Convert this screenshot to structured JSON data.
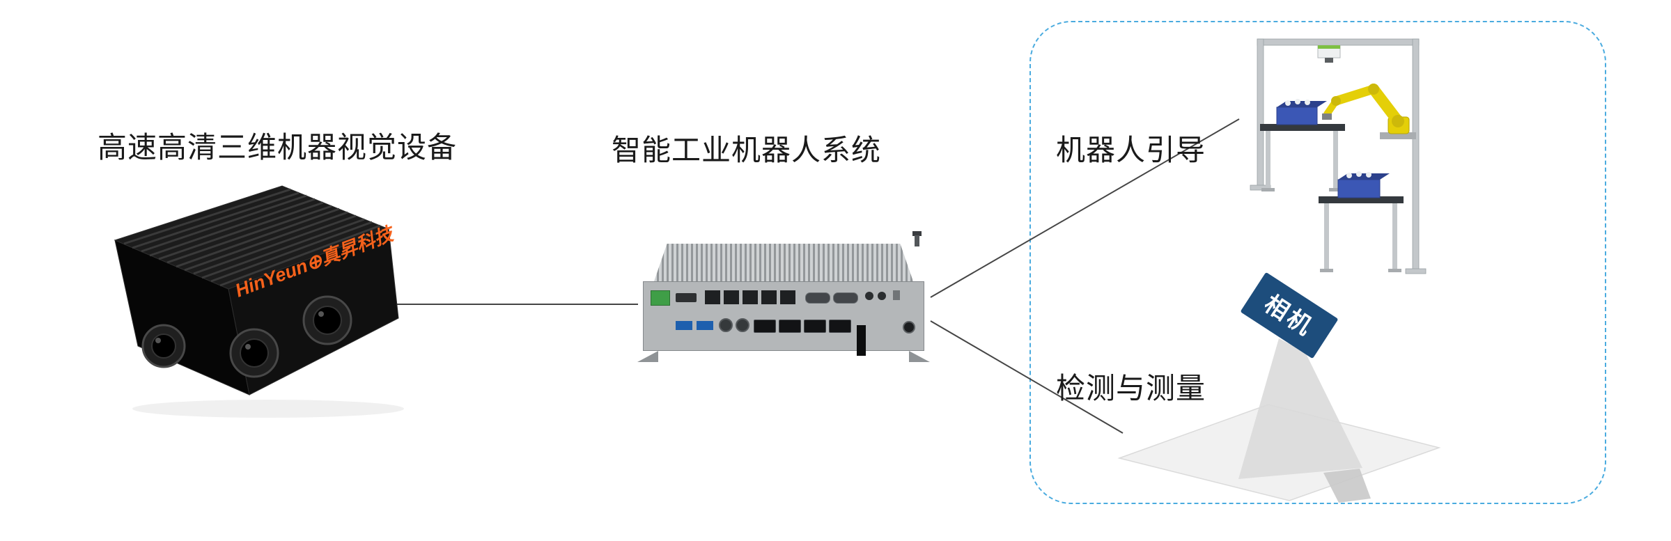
{
  "labels": {
    "left_device": "高速高清三维机器视觉设备",
    "middle_device": "智能工业机器人系统",
    "robot_guidance": "机器人引导",
    "detection": "检测与测量",
    "camera_tag": "相机"
  },
  "brand": {
    "text": "HinYeun⊕真昇科技"
  },
  "colors": {
    "dashed_border": "#4AABDF",
    "brand_orange": "#F4611B",
    "camera_tag_blue": "#1D4D7C",
    "robot_yellow": "#E4CF08",
    "bin_blue": "#3B57B5",
    "connector_line": "#454545",
    "device_black": "#111111",
    "pc_silver": "#B4B7B9"
  }
}
